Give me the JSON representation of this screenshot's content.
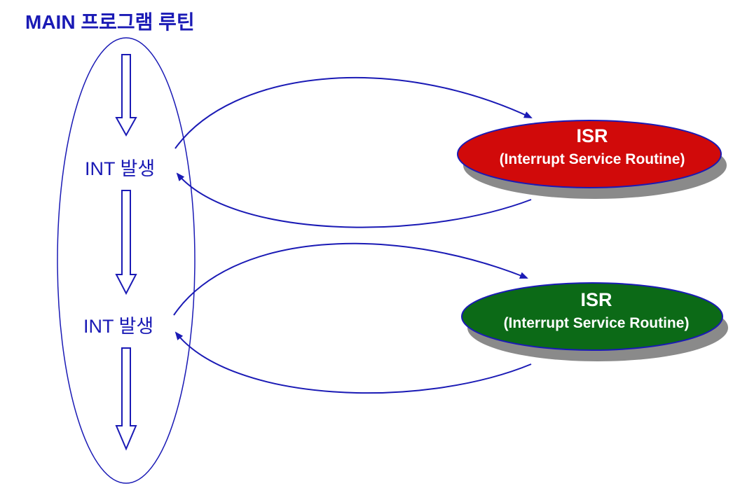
{
  "title": "MAIN 프로그램 루틴",
  "main_routine": {
    "interrupts": [
      {
        "label": "INT 발생"
      },
      {
        "label": "INT 발생"
      }
    ]
  },
  "isr_blocks": [
    {
      "title": "ISR",
      "subtitle": "(Interrupt Service Routine)",
      "fill": "#d10a0a"
    },
    {
      "title": "ISR",
      "subtitle": "(Interrupt Service Routine)",
      "fill": "#0c6a17"
    }
  ],
  "colors": {
    "accent": "#1a1ab5",
    "arrow_fill": "#ffffff",
    "shadow": "#8a8a8a",
    "isr_text": "#ffffff"
  }
}
